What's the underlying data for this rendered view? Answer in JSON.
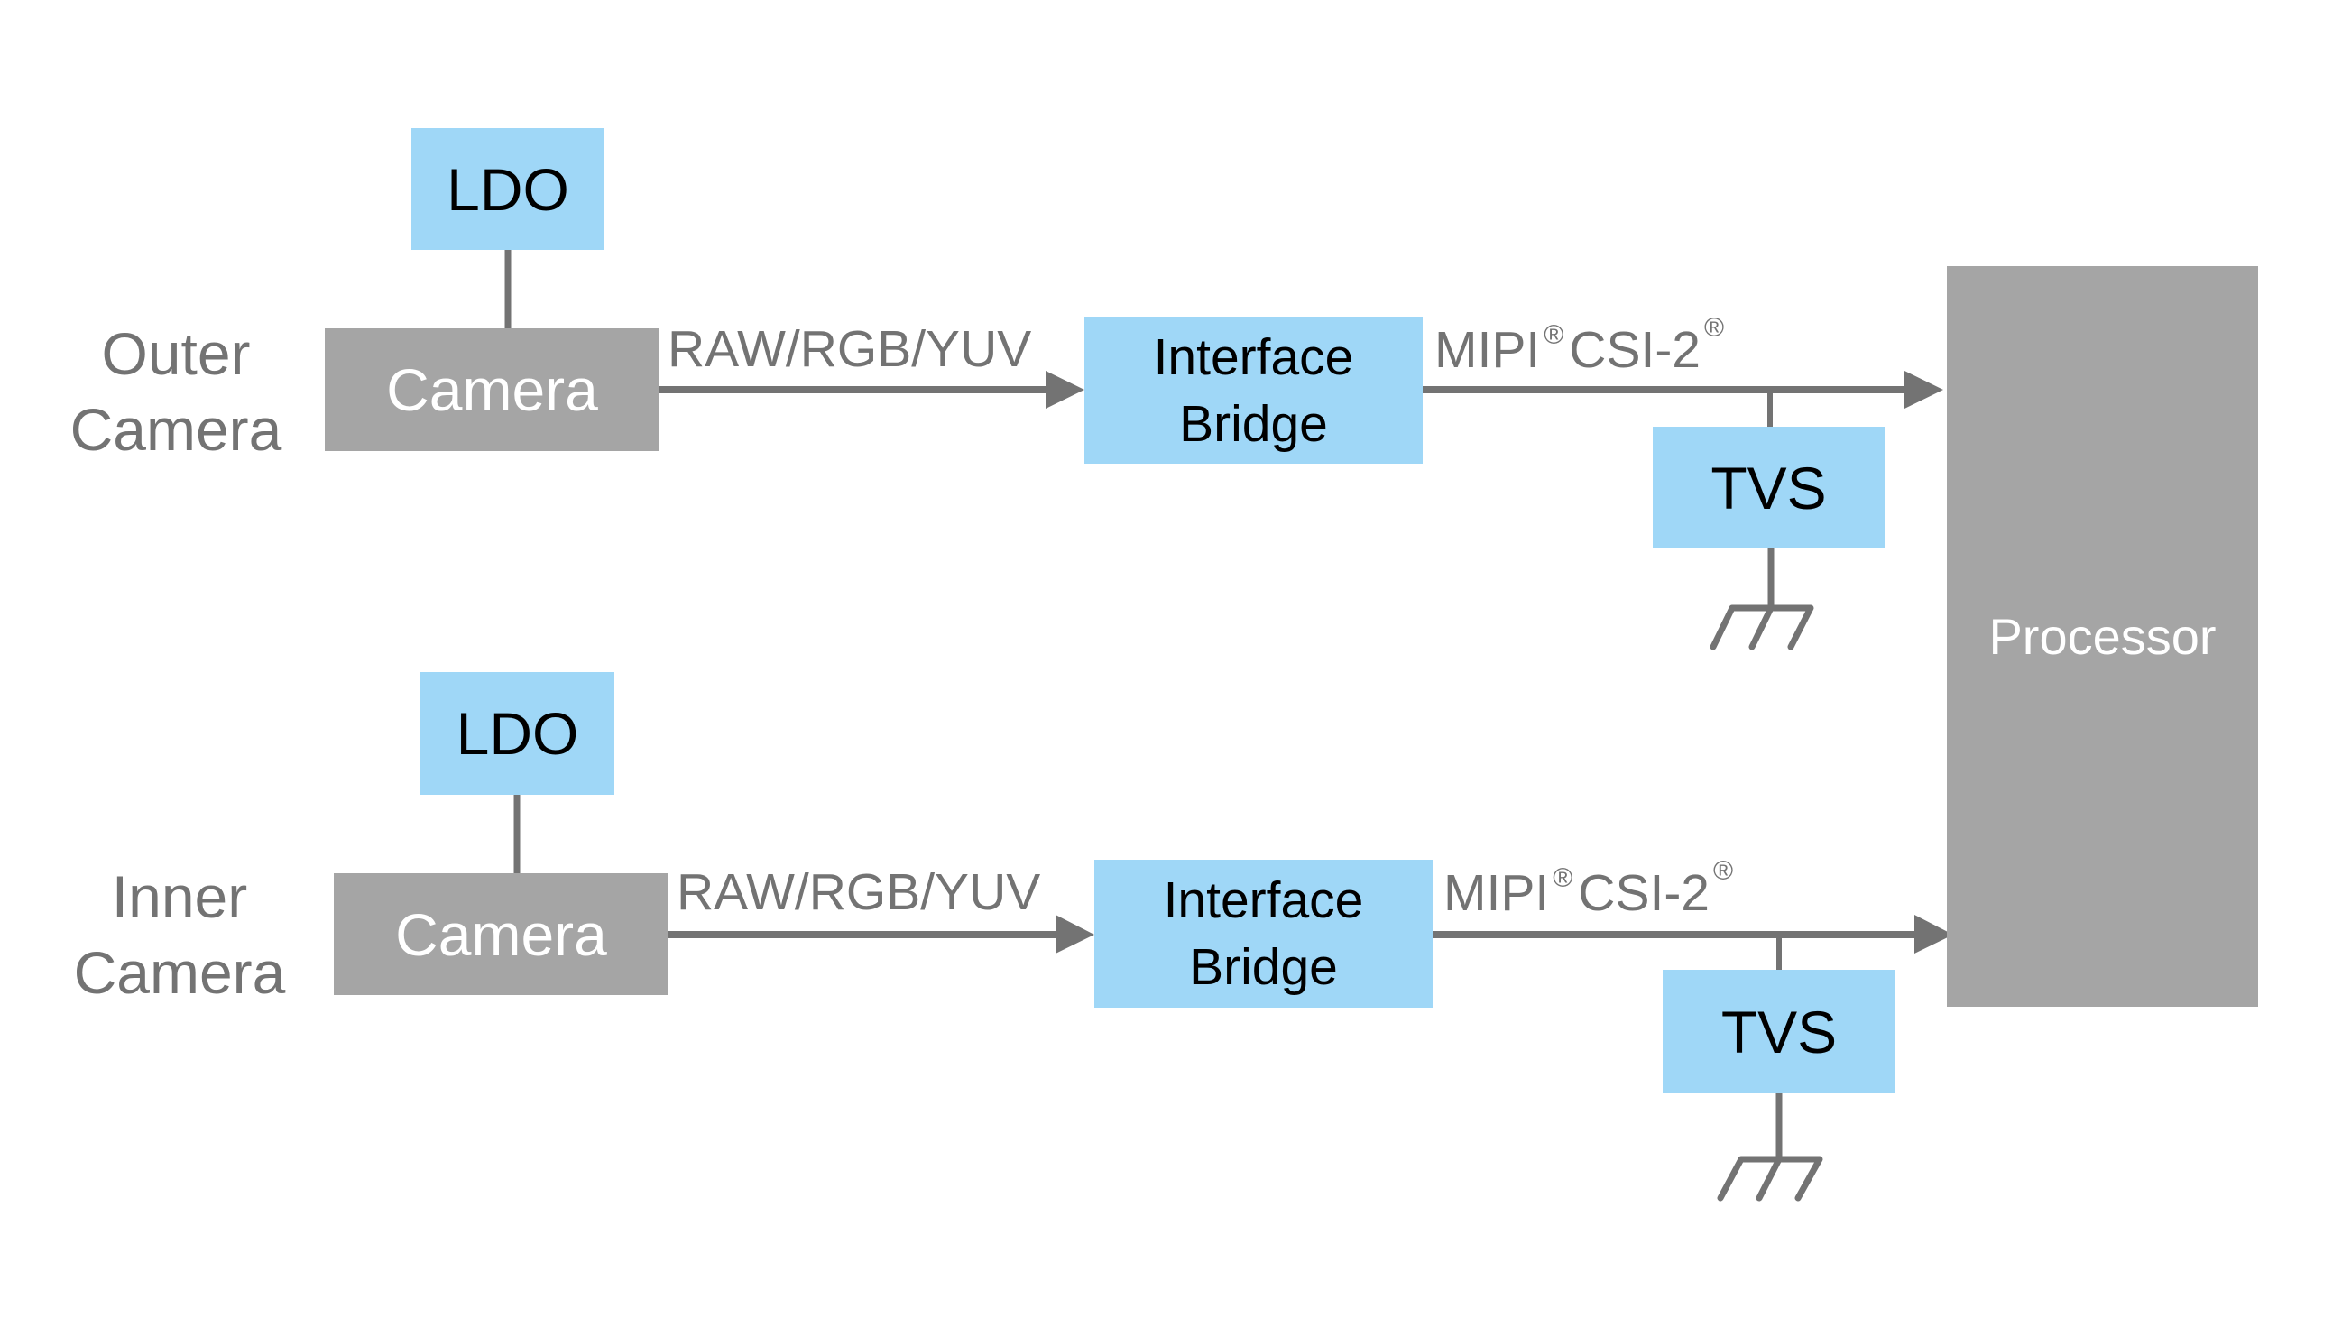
{
  "diagram": {
    "colors": {
      "component_blue": "#9fd7f7",
      "component_gray": "#a5a5a5",
      "wire": "#737373",
      "label_text": "#737373"
    },
    "outer": {
      "side_label": [
        "Outer",
        "Camera"
      ],
      "ldo": "LDO",
      "camera": "Camera",
      "data_format": "RAW/RGB/YUV",
      "bridge": [
        "Interface",
        "Bridge"
      ],
      "link_label": "MIPI",
      "link_label_2": "CSI-2",
      "reg_mark": "®",
      "tvs": "TVS"
    },
    "inner": {
      "side_label": [
        "Inner",
        "Camera"
      ],
      "ldo": "LDO",
      "camera": "Camera",
      "data_format": "RAW/RGB/YUV",
      "bridge": [
        "Interface",
        "Bridge"
      ],
      "link_label": "MIPI",
      "link_label_2": "CSI-2",
      "reg_mark": "®",
      "tvs": "TVS"
    },
    "processor": "Processor",
    "connections": [
      {
        "from": "Outer LDO",
        "to": "Outer Camera",
        "type": "line"
      },
      {
        "from": "Outer Camera",
        "to": "Outer Interface Bridge",
        "label": "RAW/RGB/YUV",
        "type": "arrow"
      },
      {
        "from": "Outer Interface Bridge",
        "to": "Processor",
        "label": "MIPI® CSI-2®",
        "type": "arrow"
      },
      {
        "from": "Outer MIPI link",
        "to": "Outer TVS",
        "type": "line"
      },
      {
        "from": "Outer TVS",
        "to": "Ground",
        "type": "line"
      },
      {
        "from": "Inner LDO",
        "to": "Inner Camera",
        "type": "line"
      },
      {
        "from": "Inner Camera",
        "to": "Inner Interface Bridge",
        "label": "RAW/RGB/YUV",
        "type": "arrow"
      },
      {
        "from": "Inner Interface Bridge",
        "to": "Processor",
        "label": "MIPI® CSI-2®",
        "type": "arrow"
      },
      {
        "from": "Inner MIPI link",
        "to": "Inner TVS",
        "type": "line"
      },
      {
        "from": "Inner TVS",
        "to": "Ground",
        "type": "line"
      }
    ]
  }
}
